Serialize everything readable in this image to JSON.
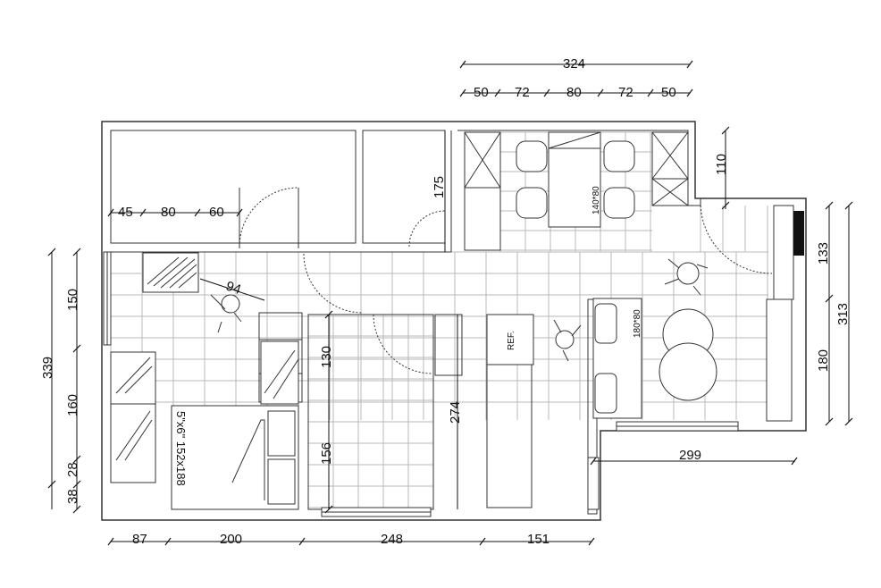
{
  "plan": {
    "dimensions_top_total": "324",
    "dimensions_top_segments": [
      "50",
      "72",
      "80",
      "72",
      "50"
    ],
    "dimensions_wardrobe": [
      "45",
      "80",
      "60"
    ],
    "dim_175": "175",
    "dim_110": "110",
    "dim_94": "94",
    "dim_130": "130",
    "dim_156": "156",
    "dim_274": "274",
    "dim_299": "299",
    "left_dims": [
      "339",
      "150",
      "160",
      "28",
      "38"
    ],
    "right_dims": [
      "133",
      "313",
      "180"
    ],
    "bottom_dims": [
      "87",
      "200",
      "248",
      "151"
    ],
    "table_label": "140*80",
    "sofa_label": "180*80",
    "fridge_label": "REF.",
    "bed_label": "5\"x6\" 152x188"
  }
}
